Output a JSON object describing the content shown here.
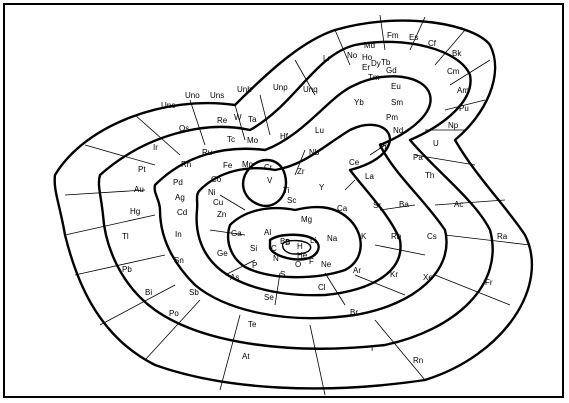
{
  "elements": [
    "H",
    "He",
    "Li",
    "Be",
    "B",
    "C",
    "N",
    "O",
    "F",
    "Ne",
    "Na",
    "Mg",
    "Al",
    "Si",
    "P",
    "S",
    "Cl",
    "Ar",
    "K",
    "Ca",
    "Sc",
    "Ti",
    "V",
    "Cr",
    "Mn",
    "Fe",
    "Co",
    "Ni",
    "Cu",
    "Zn",
    "Ga",
    "Ge",
    "As",
    "Se",
    "Br",
    "Kr",
    "Rb",
    "Sr",
    "Y",
    "Zr",
    "Nb",
    "Mo",
    "Tc",
    "Ru",
    "Rh",
    "Pd",
    "Ag",
    "Cd",
    "In",
    "Sn",
    "Sb",
    "Te",
    "I",
    "Xe",
    "Cs",
    "Ba",
    "La",
    "Ce",
    "Pr",
    "Nd",
    "Pm",
    "Sm",
    "Eu",
    "Gd",
    "Tb",
    "Dy",
    "Ho",
    "Er",
    "Tm",
    "Yb",
    "Lu",
    "Hf",
    "Ta",
    "W",
    "Re",
    "Os",
    "Ir",
    "Pt",
    "Au",
    "Hg",
    "Tl",
    "Pb",
    "Bi",
    "Po",
    "At",
    "Rn",
    "Fr",
    "Ra",
    "Ac",
    "Th",
    "Pa",
    "U",
    "Np",
    "Pu",
    "Am",
    "Cm",
    "Bk",
    "Cf",
    "Es",
    "Fm",
    "Md",
    "No",
    "Lr",
    "Unq",
    "Unp",
    "Unh",
    "Uns",
    "Uno",
    "Une"
  ],
  "colors": {
    "ink": "#000000",
    "paper": "#ffffff"
  }
}
